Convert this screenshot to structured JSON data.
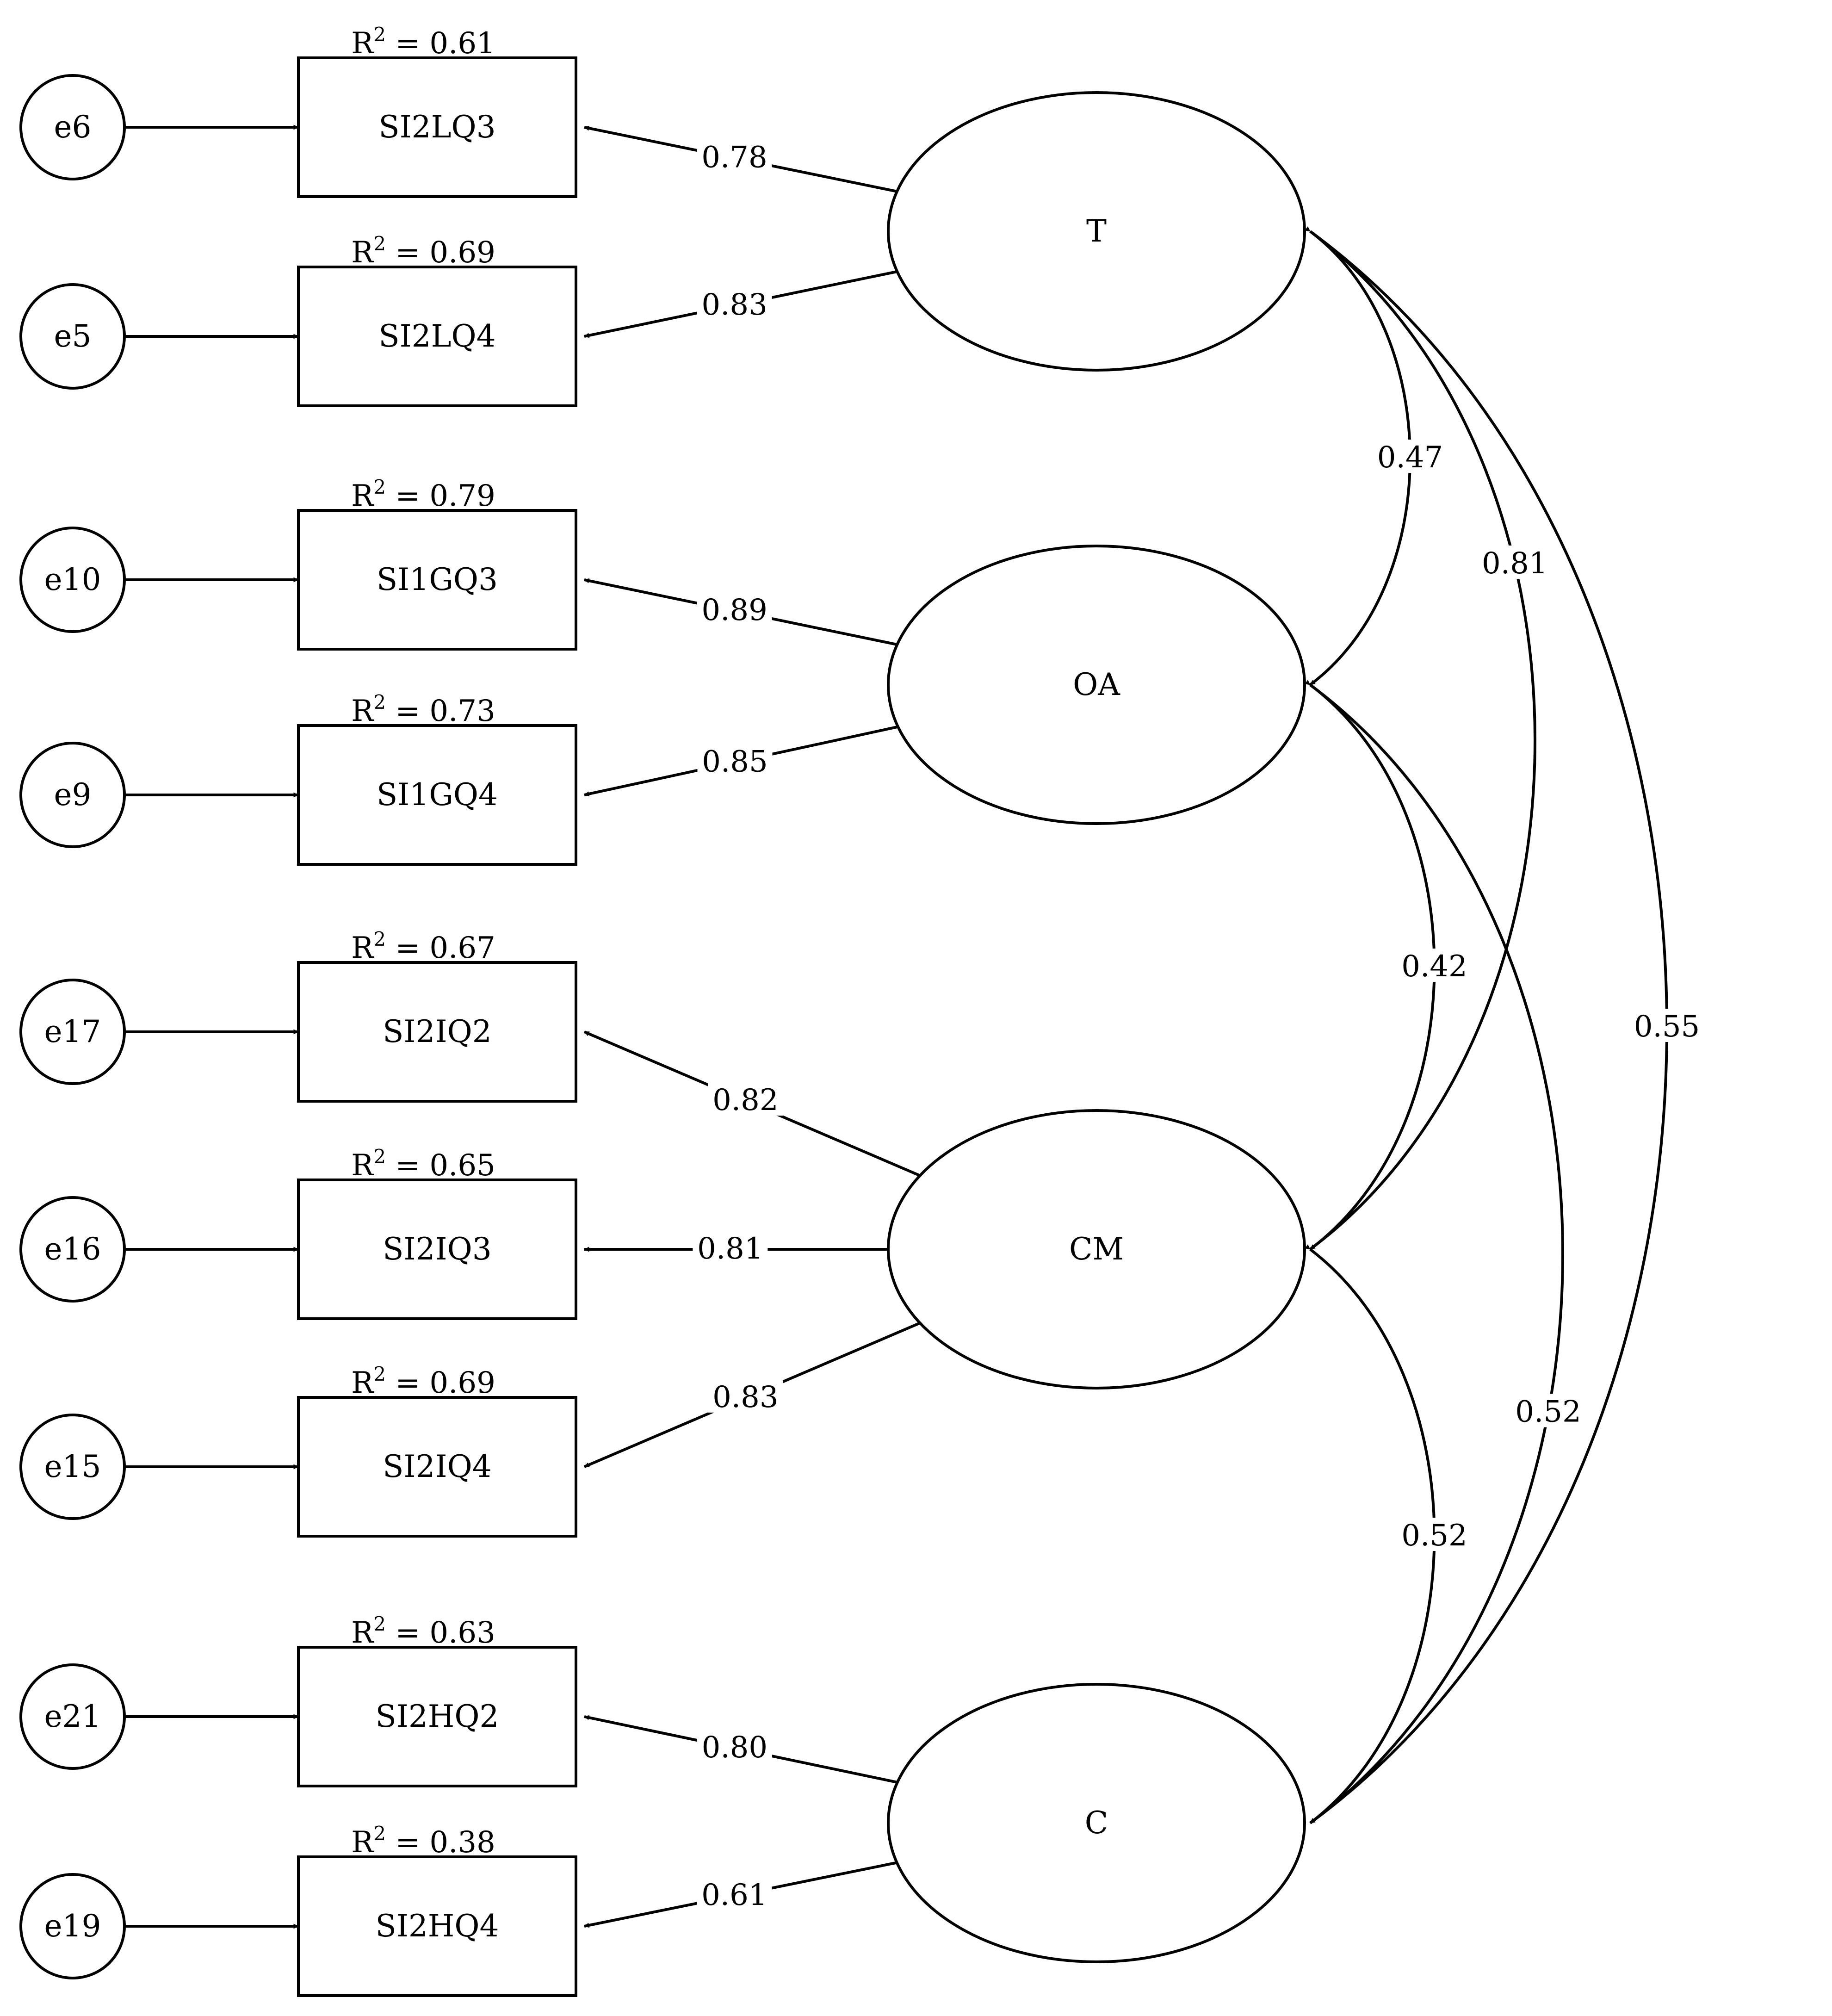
{
  "errors": [
    {
      "id": "e6",
      "label": "e6"
    },
    {
      "id": "e5",
      "label": "e5"
    },
    {
      "id": "e10",
      "label": "e10"
    },
    {
      "id": "e9",
      "label": "e9"
    },
    {
      "id": "e17",
      "label": "e17"
    },
    {
      "id": "e16",
      "label": "e16"
    },
    {
      "id": "e15",
      "label": "e15"
    },
    {
      "id": "e21",
      "label": "e21"
    },
    {
      "id": "e19",
      "label": "e19"
    }
  ],
  "indicators": [
    {
      "id": "SI2LQ3",
      "label": "SI2LQ3",
      "r2": "0.61"
    },
    {
      "id": "SI2LQ4",
      "label": "SI2LQ4",
      "r2": "0.69"
    },
    {
      "id": "SI1GQ3",
      "label": "SI1GQ3",
      "r2": "0.79"
    },
    {
      "id": "SI1GQ4",
      "label": "SI1GQ4",
      "r2": "0.73"
    },
    {
      "id": "SI2IQ2",
      "label": "SI2IQ2",
      "r2": "0.67"
    },
    {
      "id": "SI2IQ3",
      "label": "SI2IQ3",
      "r2": "0.65"
    },
    {
      "id": "SI2IQ4",
      "label": "SI2IQ4",
      "r2": "0.69"
    },
    {
      "id": "SI2HQ2",
      "label": "SI2HQ2",
      "r2": "0.63"
    },
    {
      "id": "SI2HQ4",
      "label": "SI2HQ4",
      "r2": "0.38"
    }
  ],
  "r2_prefix": "R",
  "r2_exponent": "2",
  "r2_equals": " = ",
  "factors": [
    {
      "id": "T",
      "label": "T"
    },
    {
      "id": "OA",
      "label": "OA"
    },
    {
      "id": "CM",
      "label": "CM"
    },
    {
      "id": "C",
      "label": "C"
    }
  ],
  "loadings": [
    {
      "from": "T",
      "to": "SI2LQ3",
      "value": "0.78"
    },
    {
      "from": "T",
      "to": "SI2LQ4",
      "value": "0.83"
    },
    {
      "from": "OA",
      "to": "SI1GQ3",
      "value": "0.89"
    },
    {
      "from": "OA",
      "to": "SI1GQ4",
      "value": "0.85"
    },
    {
      "from": "CM",
      "to": "SI2IQ2",
      "value": "0.82"
    },
    {
      "from": "CM",
      "to": "SI2IQ3",
      "value": "0.81"
    },
    {
      "from": "CM",
      "to": "SI2IQ4",
      "value": "0.83"
    },
    {
      "from": "C",
      "to": "SI2HQ2",
      "value": "0.80"
    },
    {
      "from": "C",
      "to": "SI2HQ4",
      "value": "0.61"
    }
  ],
  "covariances": [
    {
      "a": "T",
      "b": "OA",
      "value": "0.47"
    },
    {
      "a": "T",
      "b": "CM",
      "value": "0.81"
    },
    {
      "a": "T",
      "b": "C",
      "value": "0.55"
    },
    {
      "a": "OA",
      "b": "CM",
      "value": "0.42"
    },
    {
      "a": "OA",
      "b": "C",
      "value": "0.52"
    },
    {
      "a": "CM",
      "b": "C",
      "value": "0.52"
    }
  ]
}
